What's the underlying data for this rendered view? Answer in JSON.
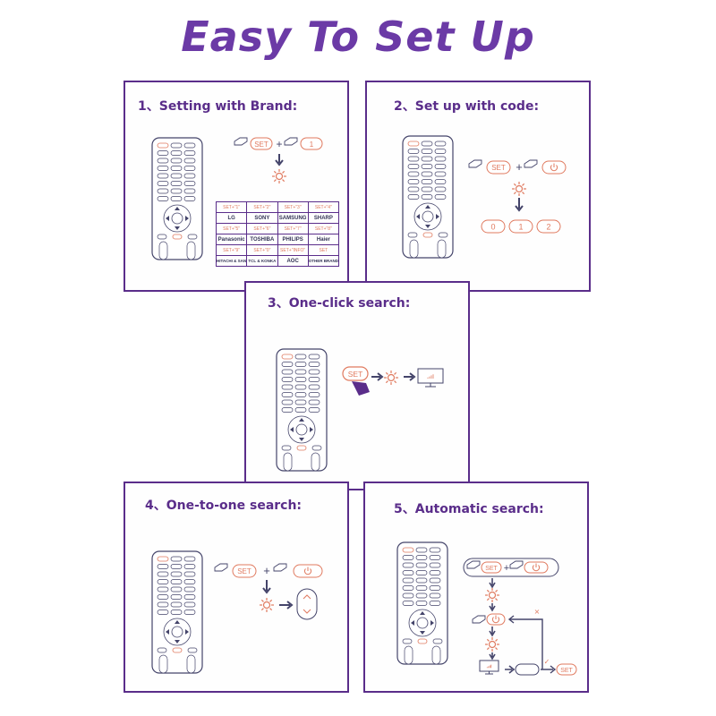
{
  "title": "Easy To Set Up",
  "colors": {
    "accent": "#6b3aa6",
    "border": "#5a2d8a",
    "highlight": "#e07a5f",
    "line": "#44446a"
  },
  "buttons": {
    "set": "SET"
  },
  "panels": {
    "p1": {
      "heading": "1、Setting with Brand:",
      "key": "1",
      "table": [
        [
          {
            "code": "SET+\"1\"",
            "brand": "LG"
          },
          {
            "code": "SET+\"2\"",
            "brand": "SONY"
          },
          {
            "code": "SET+\"3\"",
            "brand": "SAMSUNG"
          },
          {
            "code": "SET+\"4\"",
            "brand": "SHARP"
          }
        ],
        [
          {
            "code": "SET+\"5\"",
            "brand": "Panasonic"
          },
          {
            "code": "SET+\"6\"",
            "brand": "TOSHIBA"
          },
          {
            "code": "SET+\"7\"",
            "brand": "PHILIPS"
          },
          {
            "code": "SET+\"8\"",
            "brand": "Haier"
          }
        ],
        [
          {
            "code": "SET+\"9\"",
            "brand": "HITACHI & SANYO"
          },
          {
            "code": "SET+\"0\"",
            "brand": "TCL & KONKA"
          },
          {
            "code": "SET+\"INFO\"",
            "brand": "AOC"
          },
          {
            "code": "SET",
            "brand": "OTHER BRAND"
          }
        ]
      ]
    },
    "p2": {
      "heading": "2、Set up with code:",
      "codes": [
        "0",
        "1",
        "2"
      ]
    },
    "p3": {
      "heading": "3、One-click search:"
    },
    "p4": {
      "heading": "4、One-to-one search:"
    },
    "p5": {
      "heading": "5、Automatic search:",
      "fail_mark": "×",
      "ok_mark": "✓"
    }
  }
}
